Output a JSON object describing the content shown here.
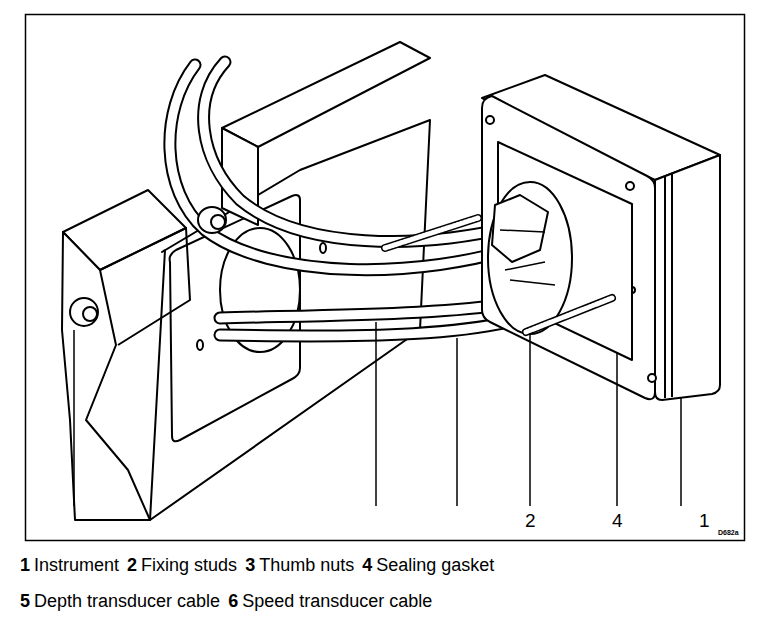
{
  "diagram": {
    "labels": [
      "2",
      "4",
      "1",
      "D682a",
      "1",
      "Instrument",
      "2",
      "Fixing studs",
      "3",
      "Thumb nuts",
      "4",
      "Sealing gasket",
      "5",
      "Depth transducer cable",
      "6",
      "Speed transducer cable"
    ]
  }
}
